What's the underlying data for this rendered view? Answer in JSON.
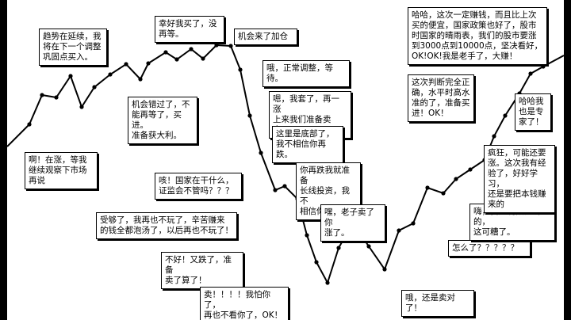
{
  "bubbles": {
    "b01": "啊！在涨，等我\n继续观察下市场\n再说",
    "b02": "趋势在延续，我\n将在下一个调整\n巩固点买入。",
    "b03": "机会错过了，不\n能再等了，买进。\n准备获大利。",
    "b04": "幸好我买了，没\n再等。",
    "b05": "机会来了加仓",
    "b06": "哦，正常调整，等待。",
    "b07": "嗯，我套了，再一涨\n上来我们准备卖出。",
    "b08": "这里是底部了，\n我不相信你再跌。",
    "b09": "你再跌我就准备\n长线投资，我不\n相信你没底。",
    "b10": "咳！国家在干什么，\n证监会不管吗？？？",
    "b11": "受够了，我再也不玩了，辛苦赚来\n的钱全都泡汤了，以后再也不玩了！",
    "b12": "不好！又跌了，准备\n卖了算了！",
    "b13": "卖！！！！我怕你了，\n再也不看你了，OK！",
    "b14": "哦，还是卖对了！",
    "b15": "嘿，老子卖了你\n涨了。",
    "b16": "怎么了？？？？？",
    "b17": "嗨，我是说做长线的，\n这可糟了。",
    "b18": "疯狂，可能还要\n涨。这次我有经\n验了，好好学习，\n还是要把本钱赚\n来的",
    "b19": "这次判断完全正\n确，水平时高水\n准的了，准备买\n进！OK！",
    "b20": "哈哈我\n也是专\n家了！",
    "b21": "哈哈，这次一定赚钱，而且比上次\n买的便宜，国家政策也好了，股市\n时国家的晴雨表，我们的股市要涨\n到3000点到10000点，坚决看好，\nOK!OK!我是老手了，大赚！"
  }
}
